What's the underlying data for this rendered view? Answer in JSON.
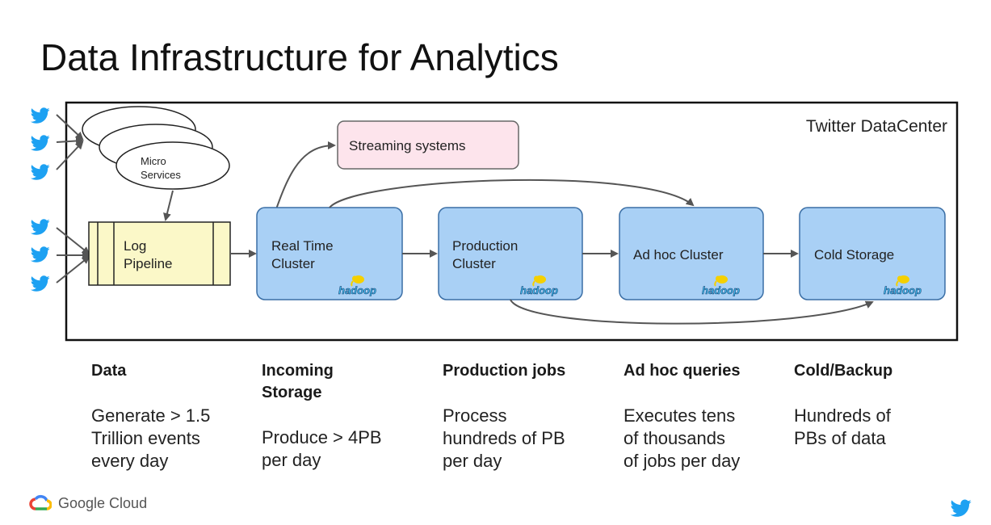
{
  "title": "Data Infrastructure for Analytics",
  "datacenter_label": "Twitter DataCenter",
  "nodes": {
    "micro_services_line1": "Micro",
    "micro_services_line2": "Services",
    "log_pipeline_line1": "Log",
    "log_pipeline_line2": "Pipeline",
    "streaming": "Streaming systems",
    "realtime_line1": "Real Time",
    "realtime_line2": "Cluster",
    "production_line1": "Production",
    "production_line2": "Cluster",
    "adhoc": "Ad hoc Cluster",
    "cold": "Cold Storage",
    "hadoop_logo": "hadoop"
  },
  "columns": [
    {
      "head": "Data",
      "desc_lines": [
        "Generate > 1.5",
        "Trillion events",
        "every day"
      ]
    },
    {
      "head_lines": [
        "Incoming",
        "Storage"
      ],
      "desc_lines": [
        "Produce > 4PB",
        "per day"
      ]
    },
    {
      "head": "Production jobs",
      "desc_lines": [
        "Process",
        "hundreds of PB",
        "per day"
      ]
    },
    {
      "head": "Ad hoc queries",
      "desc_lines": [
        "Executes tens",
        "of thousands",
        "of jobs per day"
      ]
    },
    {
      "head": "Cold/Backup",
      "desc_lines": [
        "Hundreds of",
        "PBs of data"
      ]
    }
  ],
  "footer": {
    "brand": "Google Cloud"
  },
  "colors": {
    "cluster_fill": "#a9d0f5",
    "cluster_stroke": "#3a6ea5",
    "pipeline_fill": "#fbf8c8",
    "streaming_fill": "#fde4ec",
    "twitter_blue": "#1da1f2"
  },
  "icons": [
    "twitter-bird-icon",
    "hadoop-elephant-icon",
    "google-cloud-icon"
  ]
}
